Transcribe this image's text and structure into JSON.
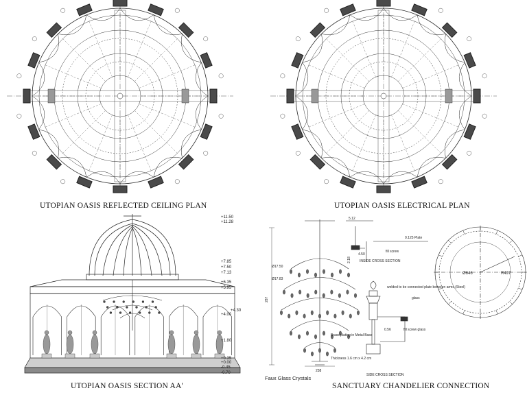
{
  "captions": {
    "rcp": "UTOPIAN OASIS REFLECTED CEILING PLAN",
    "electrical": "UTOPIAN OASIS ELECTRICAL PLAN",
    "section": "UTOPIAN OASIS SECTION AA'",
    "chandelier": "SANCTUARY CHANDELIER CONNECTION"
  },
  "plan_labels": {
    "diameter": "Ø646",
    "radius": "R497"
  },
  "section_levels": [
    "+11.50",
    "+11.28",
    "+7.85",
    "+7.50",
    "+7.13",
    "+6.35",
    "+5.95",
    "+4.30",
    "+4.00",
    "+1.80",
    "+0.35",
    "+0.00",
    "-0.45",
    "-0.70"
  ],
  "chandelier_labels": {
    "top_dim": "5.12",
    "plate": "0.125 Plate",
    "screw_fill": "fill screw",
    "dim_450": "4.50",
    "dim_218": "2.18",
    "inside_section": "INSIDE CROSS SECTION",
    "welded_note": "welded to be connected plate between arms (Steel)",
    "glass": "glass",
    "dim_056": "0.56",
    "screw_glass": "fill screw glass",
    "bead_plating": "Brass plating in Metal Base",
    "thickness": "Thickness 1.6 cm x 4.2 cm",
    "side_section": "SIDE CROSS SECTION",
    "faux": "Faux Glass Crystals",
    "dim_1750": "Ø17.50",
    "dim_1783": "Ø17.83",
    "dim_238": "238",
    "dim_287": "287"
  },
  "colors": {
    "ink": "#111111",
    "shade": "#555555",
    "wall": "#4a4a4a"
  }
}
